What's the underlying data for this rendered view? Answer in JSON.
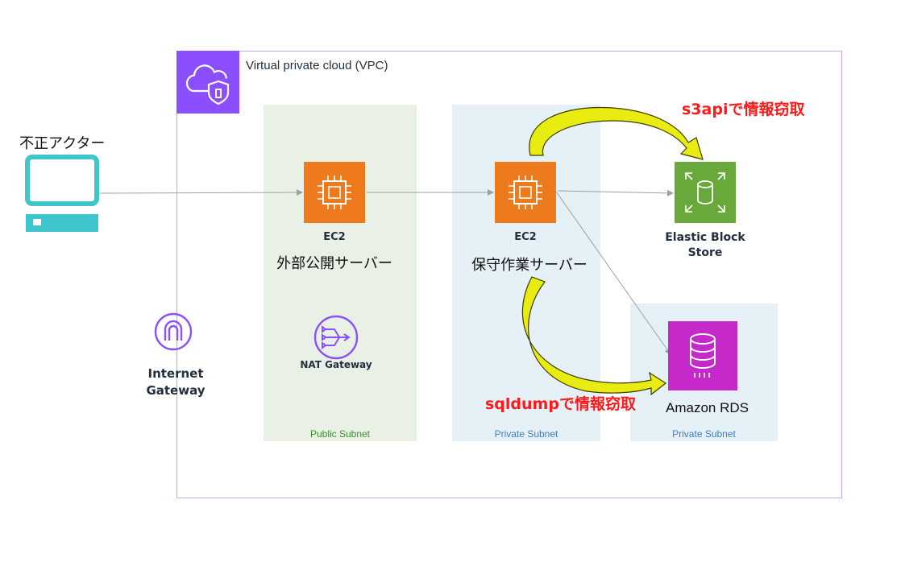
{
  "vpc": {
    "title": "Virtual private cloud (VPC)"
  },
  "actor": {
    "label": "不正アクター"
  },
  "internet_gateway": {
    "label_line1": "Internet",
    "label_line2": "Gateway"
  },
  "subnets": {
    "public": {
      "label": "Public Subnet"
    },
    "private_1": {
      "label": "Private Subnet"
    },
    "private_2": {
      "label": "Private Subnet"
    }
  },
  "ec2_public": {
    "type": "EC2",
    "name": "外部公開サーバー"
  },
  "ec2_private": {
    "type": "EC2",
    "name": "保守作業サーバー"
  },
  "nat_gateway": {
    "label": "NAT Gateway"
  },
  "ebs": {
    "label_line1": "Elastic Block",
    "label_line2": "Store"
  },
  "rds": {
    "label": "Amazon RDS"
  },
  "annotations": {
    "s3api": "s3apiで情報窃取",
    "sqldump": "sqldumpで情報窃取"
  },
  "colors": {
    "vpc_border": "#c9a6ec",
    "vpc_badge": "#8c4fff",
    "ec2": "#ed7a1c",
    "ebs": "#69a83a",
    "rds": "#c629c9",
    "actor_icon": "#3fc6cc",
    "annotation_arrow": "#e8ec10",
    "annotation_text": "#ff1a1a"
  }
}
